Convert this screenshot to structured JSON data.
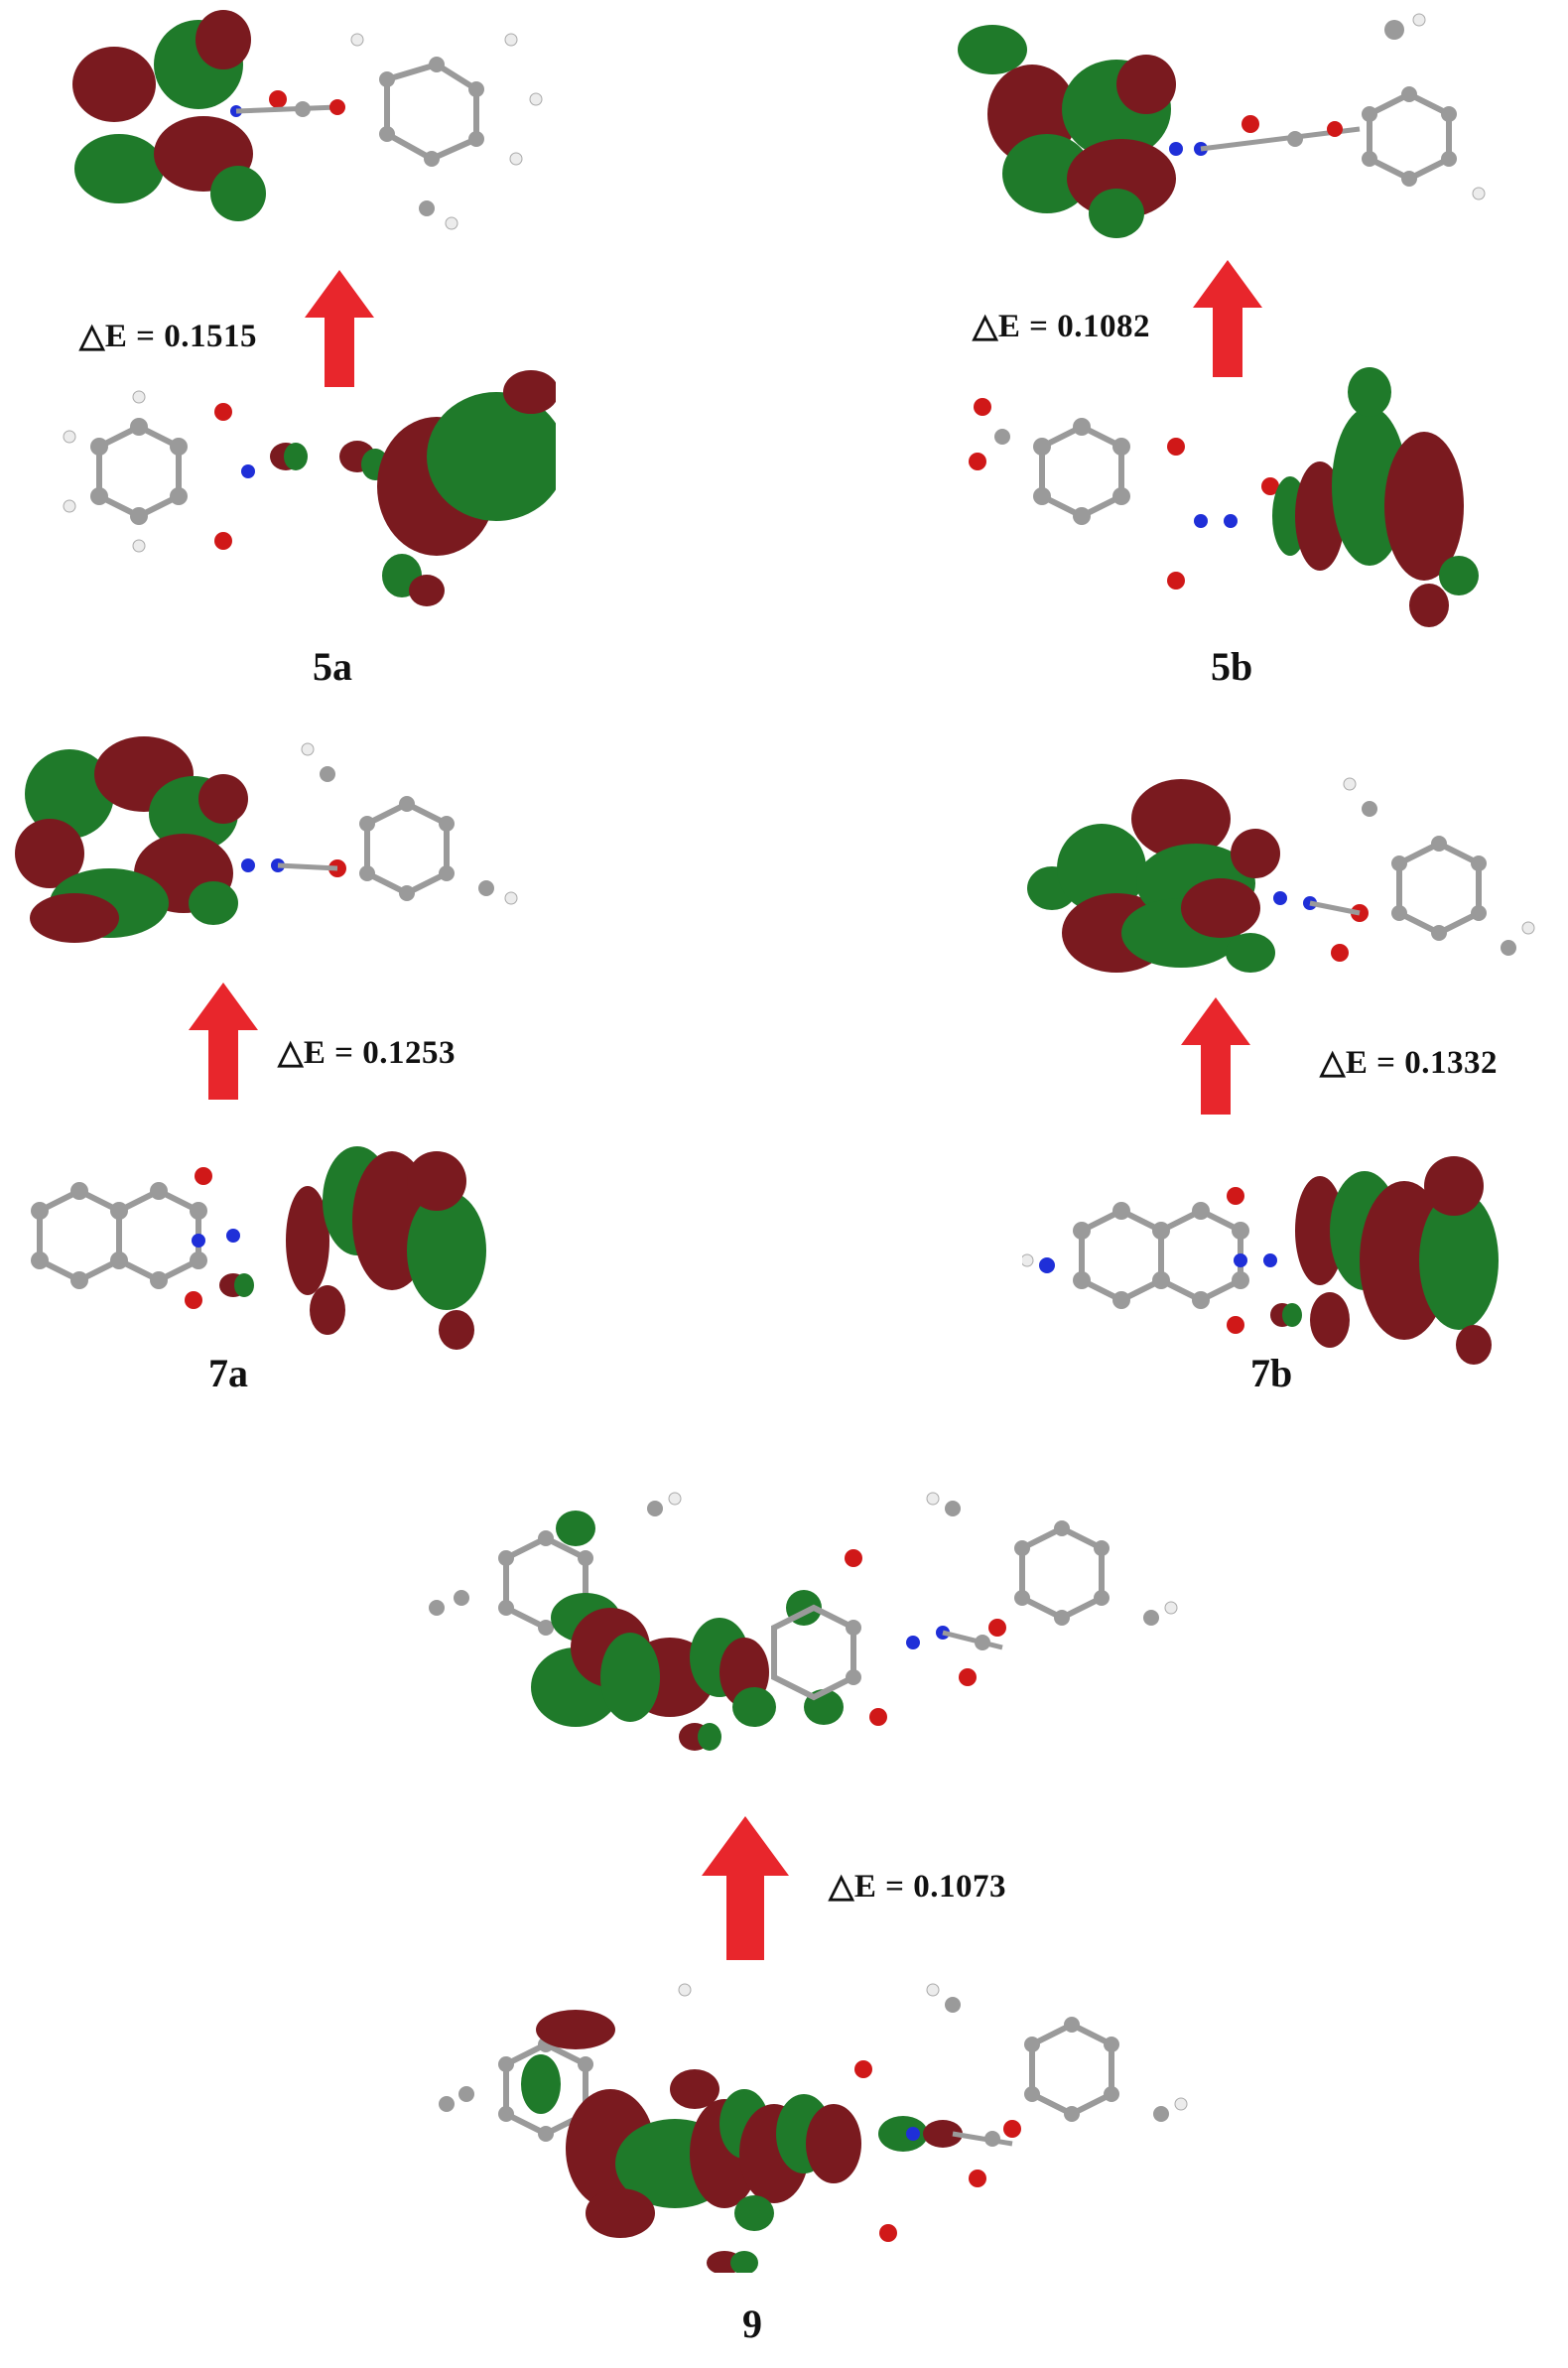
{
  "colors": {
    "lobe_positive": "#7a1a1f",
    "lobe_negative": "#1f7a2a",
    "arrow": "#e8262c",
    "atom_carbon": "#9a9a9a",
    "atom_hydrogen": "#ececec",
    "atom_oxygen": "#d01818",
    "atom_nitrogen": "#1f2fd8",
    "text": "#111111"
  },
  "panels": [
    {
      "id": "5a",
      "compound_label": "5a",
      "delta_e": "△E = 0.1515"
    },
    {
      "id": "5b",
      "compound_label": "5b",
      "delta_e": "△E = 0.1082"
    },
    {
      "id": "7a",
      "compound_label": "7a",
      "delta_e": "△E = 0.1253"
    },
    {
      "id": "7b",
      "compound_label": "7b",
      "delta_e": "△E = 0.1332"
    },
    {
      "id": "9",
      "compound_label": "9",
      "delta_e": "△E = 0.1073"
    }
  ]
}
